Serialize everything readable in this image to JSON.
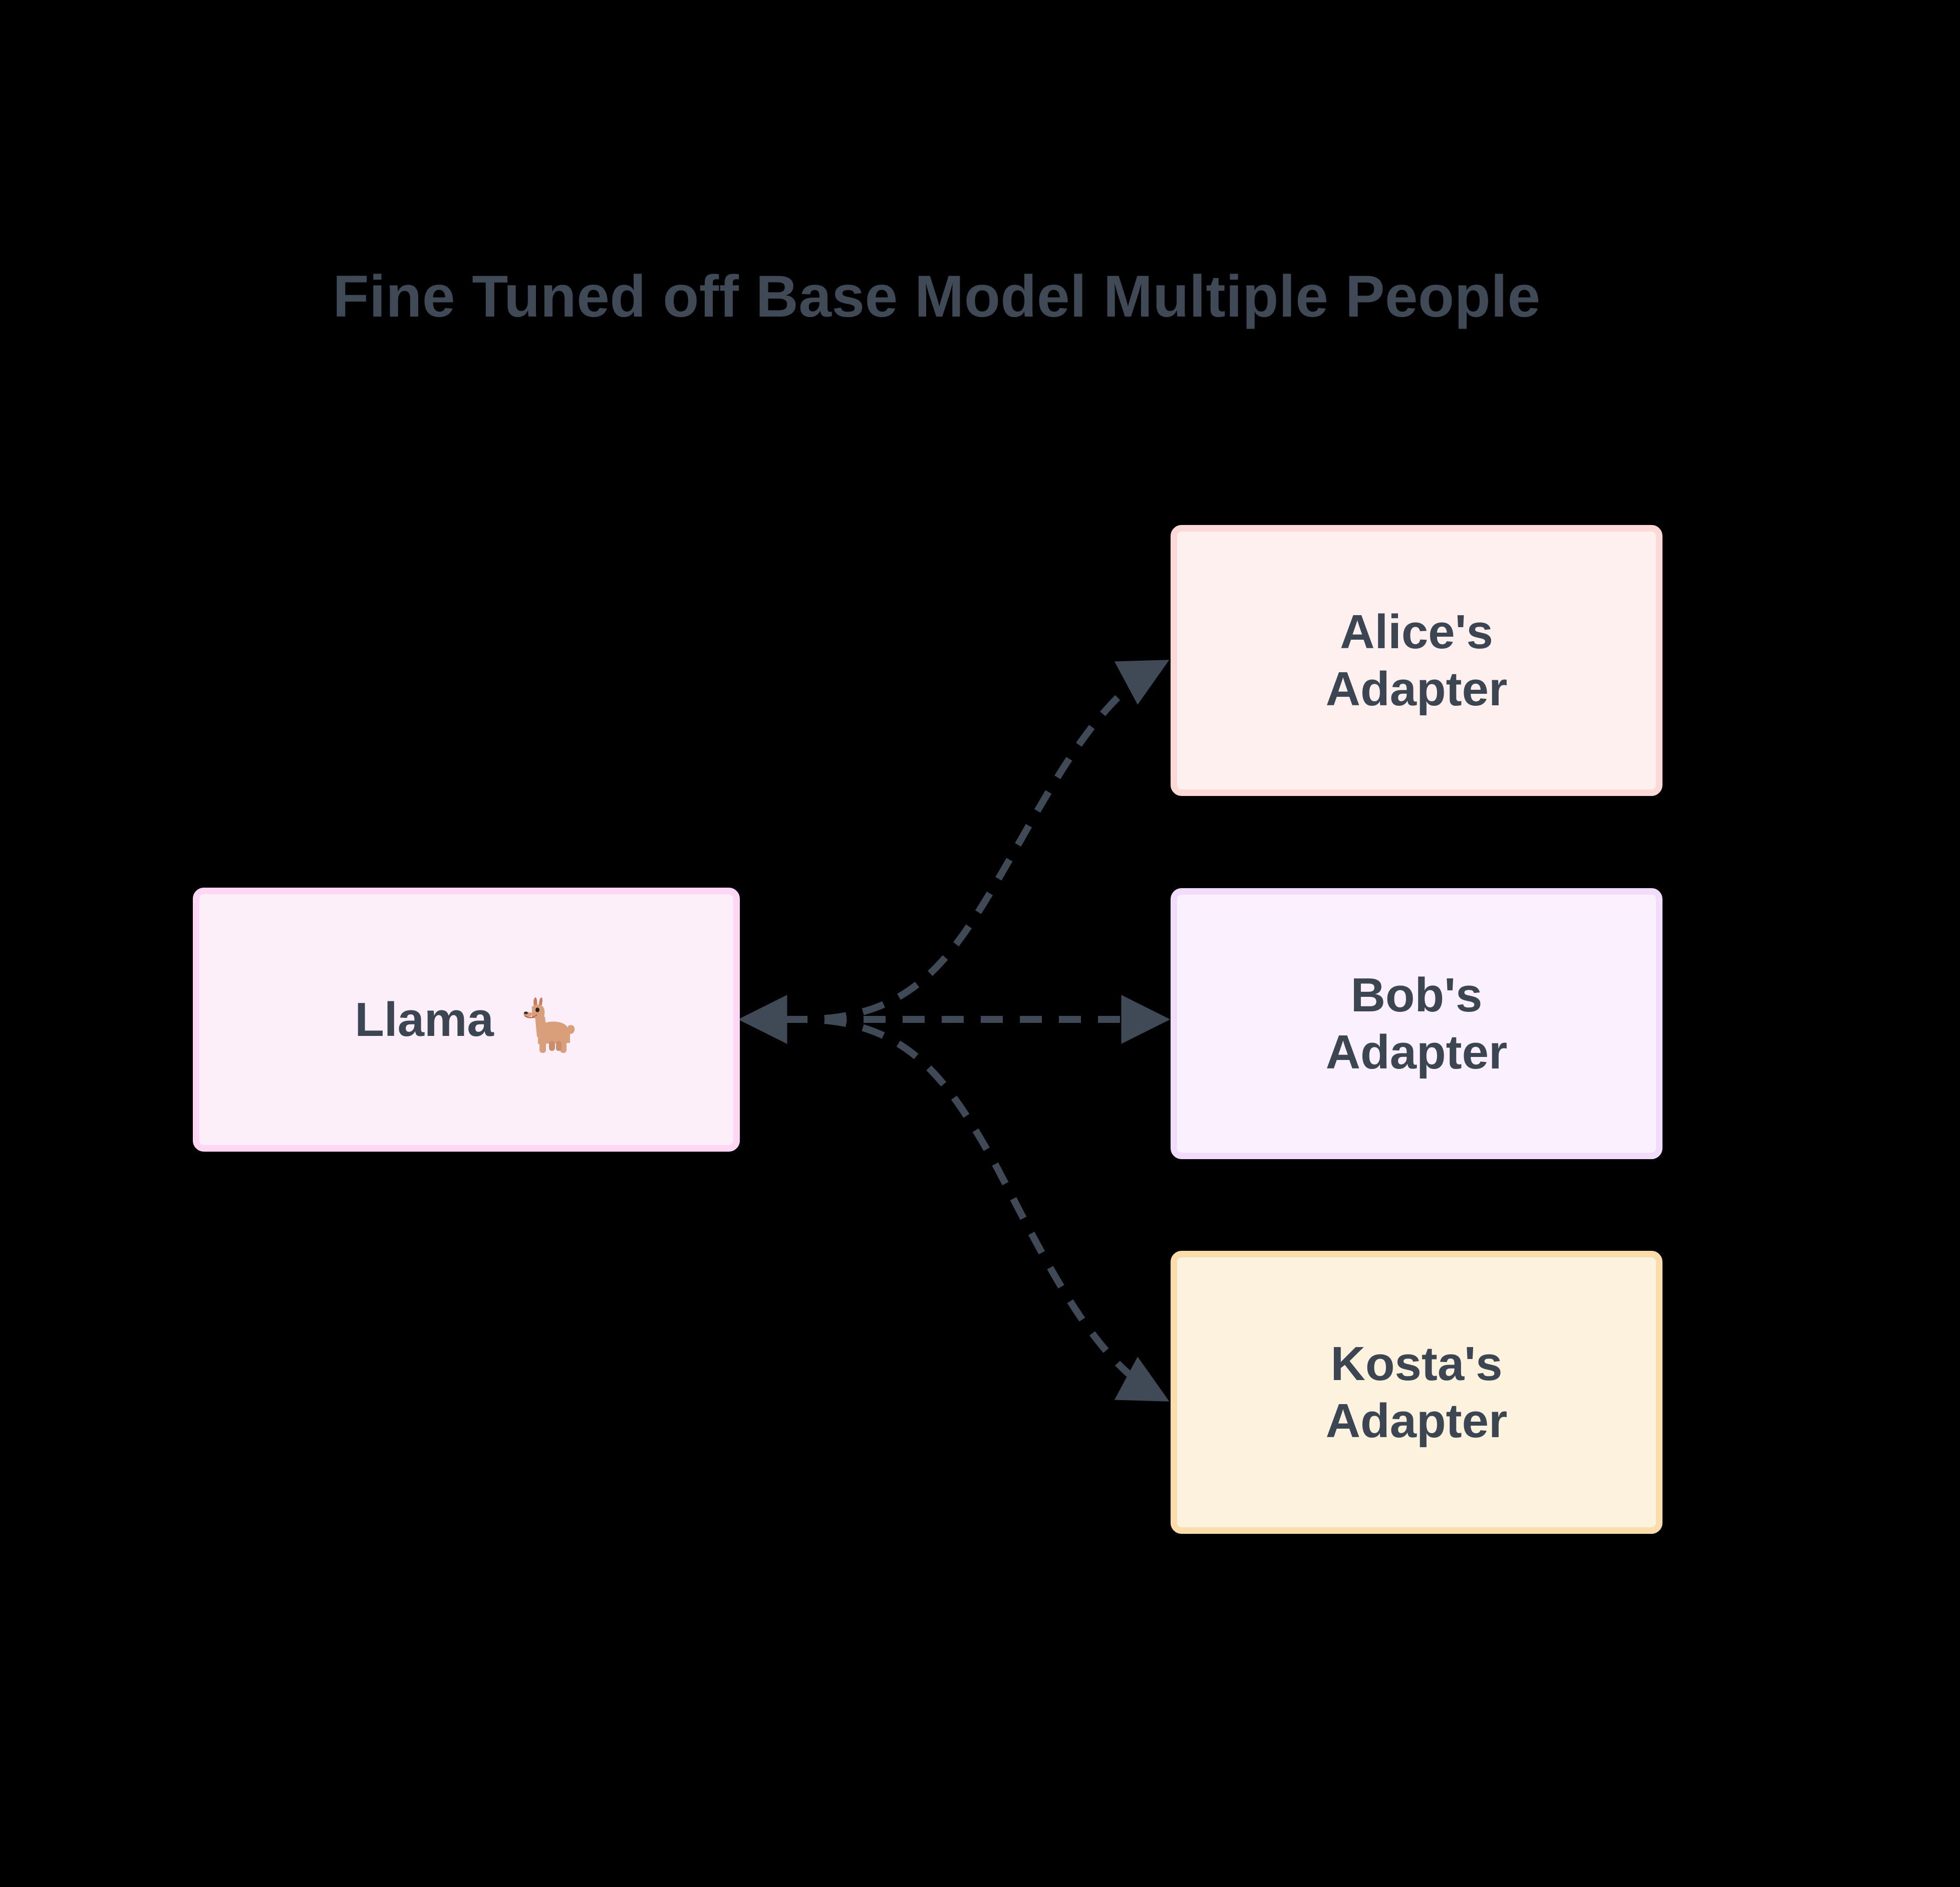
{
  "diagram": {
    "title": "Fine Tuned off Base Model Multiple People",
    "background_color": "#000000",
    "title_color": "#3f4a56",
    "edge_color": "#3f4a56",
    "edge_style": "dashed",
    "direction": "left-to-right",
    "nodes": [
      {
        "id": "llama",
        "label": "Llama",
        "icon": "llama-emoji",
        "fill": "#fdeffa",
        "border": "#ffd7f5",
        "text_color": "#3c4652"
      },
      {
        "id": "alice",
        "label": "Alice's\nAdapter",
        "fill": "#fdf0ee",
        "border": "#fcd9d6",
        "text_color": "#3c4652"
      },
      {
        "id": "bob",
        "label": "Bob's\nAdapter",
        "fill": "#fbf1fe",
        "border": "#f1ddfb",
        "text_color": "#3c4652"
      },
      {
        "id": "kosta",
        "label": "Kosta's\nAdapter",
        "fill": "#fdf2dd",
        "border": "#fbddab",
        "text_color": "#3c4652"
      }
    ],
    "edges": [
      {
        "from": "llama",
        "to": "alice",
        "style": "dashed",
        "arrow": "end"
      },
      {
        "from": "llama",
        "to": "bob",
        "style": "dashed",
        "arrow": "end"
      },
      {
        "from": "llama",
        "to": "kosta",
        "style": "dashed",
        "arrow": "end"
      }
    ]
  }
}
